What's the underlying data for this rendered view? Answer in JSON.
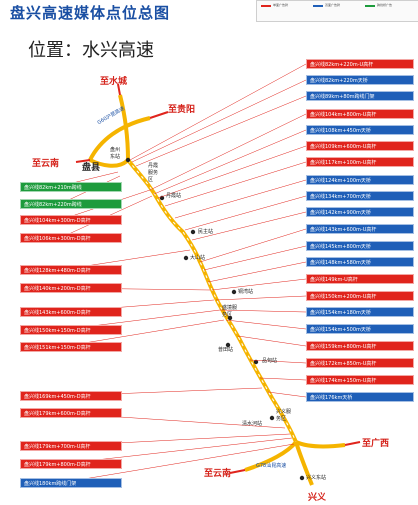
{
  "title": "盘兴高速媒体点位总图",
  "subtitle": "位置：水兴高速",
  "legend": {
    "items": [
      {
        "label": "单面广告牌",
        "color": "#e0241c"
      },
      {
        "label": "双面广告牌",
        "color": "#1f5fb8"
      },
      {
        "label": "跨线桥广告",
        "color": "#1d9b3c"
      }
    ]
  },
  "map_labels": {
    "shuicheng": "至水城",
    "guiyang": "至贵阳",
    "yunnan_top": "至云南",
    "panxian": "盘县",
    "panzhou_east": "盘州东站",
    "panxian_service": "丹霞服务区",
    "danxia": "丹霞站",
    "minzhu": "民主站",
    "dashan": "大山站",
    "tongwan": "铜湾站",
    "shengjing": "盛境服务区",
    "puxi": "普田站",
    "pinghe": "品甸站",
    "qingshuihe": "清水河站",
    "xingyi_service": "兴义服务区",
    "guangxi": "至广西",
    "yunnan_bottom": "至云南",
    "xingyi": "兴义",
    "xingyi_east": "兴义东站",
    "g60": "G60沪昆高速",
    "g78": "G78汕昆高速"
  },
  "labels_left": [
    {
      "text": "盘兴线82km+210m跨线",
      "type": "green"
    },
    {
      "text": "盘兴线82km+220m跨线",
      "type": "green"
    },
    {
      "text": "盘兴线104km+300m-D高杆",
      "type": "red"
    },
    {
      "text": "盘兴线106km+300m-D高杆",
      "type": "red"
    },
    {
      "text": "盘兴线128km+480m-D高杆",
      "type": "red"
    },
    {
      "text": "盘兴线140km+200m-D高杆",
      "type": "red"
    },
    {
      "text": "盘兴线143km+600m-D高杆",
      "type": "red"
    },
    {
      "text": "盘兴线150km+150m-D高杆",
      "type": "red"
    },
    {
      "text": "盘兴线151km+150m-D高杆",
      "type": "red"
    },
    {
      "text": "盘兴线169km+450m-D高杆",
      "type": "red"
    },
    {
      "text": "盘兴线179km+600m-D高杆",
      "type": "red"
    },
    {
      "text": "盘兴线179km+700m-U高杆",
      "type": "red"
    },
    {
      "text": "盘兴线179km+800m-D高杆",
      "type": "red"
    },
    {
      "text": "盘兴线180km跨线门架",
      "type": "blue"
    }
  ],
  "labels_right": [
    {
      "text": "盘兴线82km+220m-U高杆",
      "type": "red"
    },
    {
      "text": "盘兴线82km+220m天桥",
      "type": "blue"
    },
    {
      "text": "盘兴线89km+80m跨线门架",
      "type": "blue"
    },
    {
      "text": "盘兴线104km+800m-U高杆",
      "type": "red"
    },
    {
      "text": "盘兴线108km+450m天桥",
      "type": "blue"
    },
    {
      "text": "盘兴线109km+600m-U高杆",
      "type": "red"
    },
    {
      "text": "盘兴线117km+100m-U高杆",
      "type": "red"
    },
    {
      "text": "盘兴线124km+100m天桥",
      "type": "blue"
    },
    {
      "text": "盘兴线134km+700m天桥",
      "type": "blue"
    },
    {
      "text": "盘兴线142km+900m天桥",
      "type": "blue"
    },
    {
      "text": "盘兴线143km+600m-U高杆",
      "type": "blue"
    },
    {
      "text": "盘兴线145km+800m天桥",
      "type": "blue"
    },
    {
      "text": "盘兴线148km+580m天桥",
      "type": "blue"
    },
    {
      "text": "盘兴线149km-U高杆",
      "type": "red"
    },
    {
      "text": "盘兴线150km+200m-U高杆",
      "type": "red"
    },
    {
      "text": "盘兴线154km+180m天桥",
      "type": "blue"
    },
    {
      "text": "盘兴线154km+500m天桥",
      "type": "blue"
    },
    {
      "text": "盘兴线159km+800m-U高杆",
      "type": "red"
    },
    {
      "text": "盘兴线172km+850m-U高杆",
      "type": "red"
    },
    {
      "text": "盘兴线174km+150m-U高杆",
      "type": "red"
    },
    {
      "text": "盘兴线176km天桥",
      "type": "blue"
    }
  ]
}
